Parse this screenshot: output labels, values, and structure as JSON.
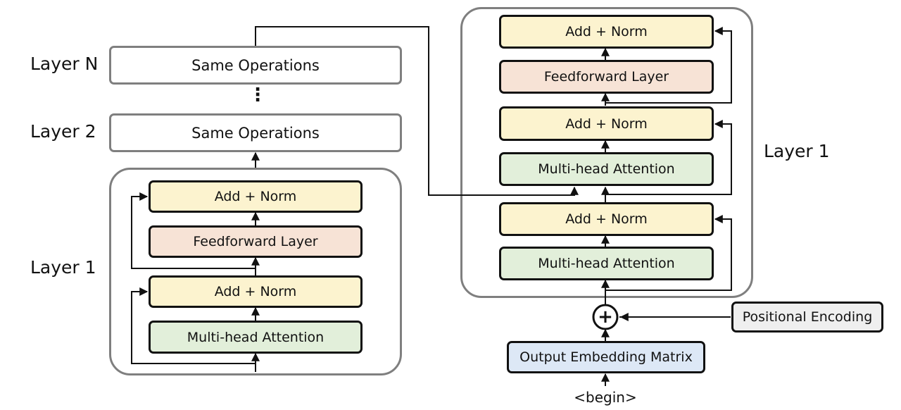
{
  "encoder": {
    "layer_n_label": "Layer N",
    "layer_2_label": "Layer 2",
    "layer_1_label": "Layer 1",
    "same_ops_top": "Same Operations",
    "same_ops_mid": "Same Operations",
    "ellipsis": "⋮",
    "add_norm_top": "Add + Norm",
    "feedforward": "Feedforward Layer",
    "add_norm_bottom": "Add + Norm",
    "multihead": "Multi-head Attention"
  },
  "decoder": {
    "layer_1_label": "Layer 1",
    "add_norm_top": "Add + Norm",
    "feedforward": "Feedforward Layer",
    "add_norm_mid": "Add + Norm",
    "cross_attention": "Multi-head Attention",
    "add_norm_bottom": "Add + Norm",
    "self_attention": "Multi-head Attention",
    "plus_symbol": "+",
    "positional_encoding": "Positional Encoding",
    "output_embedding": "Output Embedding Matrix",
    "begin_token": "<begin>"
  },
  "colors": {
    "add_norm": "#fcf3cf",
    "feedforward": "#f7e3d6",
    "attention": "#e2efda",
    "embedding": "#dde8f6",
    "positional": "#efefef",
    "group_border": "#7f7f7f"
  }
}
